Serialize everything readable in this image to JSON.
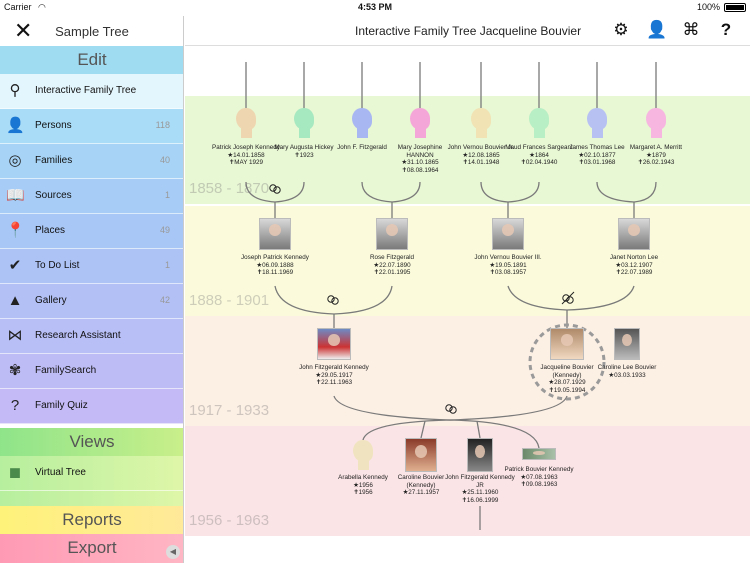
{
  "status_bar": {
    "carrier": "Carrier",
    "time": "4:53 PM",
    "battery": "100%"
  },
  "sidebar": {
    "title": "Sample Tree",
    "edit_header": "Edit",
    "views_header": "Views",
    "reports_header": "Reports",
    "export_header": "Export",
    "items": [
      {
        "label": "Interactive Family Tree",
        "count": "",
        "icon": "tree-connector-icon"
      },
      {
        "label": "Persons",
        "count": "118",
        "icon": "person-icon"
      },
      {
        "label": "Families",
        "count": "40",
        "icon": "rings-icon"
      },
      {
        "label": "Sources",
        "count": "1",
        "icon": "book-icon"
      },
      {
        "label": "Places",
        "count": "49",
        "icon": "map-pin-icon"
      },
      {
        "label": "To Do List",
        "count": "1",
        "icon": "checkmark-icon"
      },
      {
        "label": "Gallery",
        "count": "42",
        "icon": "gallery-icon"
      },
      {
        "label": "Research Assistant",
        "count": "",
        "icon": "bowtie-icon"
      },
      {
        "label": "FamilySearch",
        "count": "",
        "icon": "familysearch-tree-icon"
      },
      {
        "label": "Family Quiz",
        "count": "",
        "icon": "question-icon"
      }
    ],
    "view_items": [
      {
        "label": "Virtual Tree",
        "icon": "cube-icon"
      }
    ]
  },
  "toolbar": {
    "title": "Interactive Family Tree Jacqueline Bouvier"
  },
  "bands": [
    {
      "label": "1858 - 1870",
      "color": "#e8f7d4"
    },
    {
      "label": "1888 - 1901",
      "color": "#fbfbdc"
    },
    {
      "label": "1917 - 1933",
      "color": "#fcefe4"
    },
    {
      "label": "1956 - 1963",
      "color": "#fbe4e6"
    }
  ],
  "generations": {
    "g1": [
      {
        "name": "Patrick Joseph Kennedy",
        "born": "14.01.1858",
        "died": "MAY 1929",
        "color": "#eed6b0"
      },
      {
        "name": "Mary Augusta Hickey",
        "born": "",
        "died": "1923",
        "color": "#a6e8c0"
      },
      {
        "name": "John F. Fitzgerald",
        "born": "",
        "died": "",
        "color": "#a8b6f2"
      },
      {
        "name": "Mary Josephine HANNON",
        "born": "31.10.1865",
        "died": "08.08.1964",
        "color": "#f5a6d8"
      },
      {
        "name": "John Vernou Bouvier Jr.",
        "born": "12.08.1865",
        "died": "14.01.1948",
        "color": "#f1e3b3"
      },
      {
        "name": "Maud Frances Sargeant",
        "born": "1864",
        "died": "02.04.1940",
        "color": "#b8efc4"
      },
      {
        "name": "James Thomas Lee",
        "born": "02.10.1877",
        "died": "03.01.1968",
        "color": "#b7c2f3"
      },
      {
        "name": "Margaret A. Merritt",
        "born": "1879",
        "died": "26.02.1943",
        "color": "#f6b6e0"
      }
    ],
    "g2": [
      {
        "name": "Joseph Patrick Kennedy",
        "born": "06.09.1888",
        "died": "18.11.1969"
      },
      {
        "name": "Rose Fitzgerald",
        "born": "22.07.1890",
        "died": "22.01.1995"
      },
      {
        "name": "John Vernou Bouvier III.",
        "born": "19.05.1891",
        "died": "03.08.1957"
      },
      {
        "name": "Janet Norton Lee",
        "born": "03.12.1907",
        "died": "22.07.1989"
      }
    ],
    "g3": [
      {
        "name": "John Fitzgerald Kennedy",
        "born": "29.05.1917",
        "died": "22.11.1963"
      },
      {
        "name": "Jacqueline Bouvier (Kennedy)",
        "born": "28.07.1929",
        "died": "19.05.1994"
      },
      {
        "name": "Caroline Lee Bouvier",
        "born": "03.03.1933",
        "died": ""
      }
    ],
    "g4": [
      {
        "name": "Arabella Kennedy",
        "born": "1956",
        "died": "1956",
        "color": "#f0e4c0"
      },
      {
        "name": "Caroline Bouvier (Kennedy)",
        "born": "27.11.1957",
        "died": ""
      },
      {
        "name": "John Fitzgerald Kennedy JR",
        "born": "25.11.1960",
        "died": "16.06.1999"
      },
      {
        "name": "Patrick Bouvier Kennedy",
        "born": "07.08.1963",
        "died": "09.08.1963"
      }
    ]
  },
  "symbols": {
    "born": "★",
    "died": "✝"
  }
}
